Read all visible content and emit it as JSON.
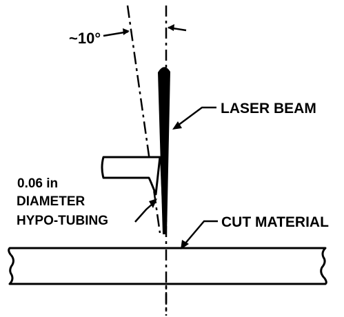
{
  "diagram": {
    "labels": {
      "angle": "~10°",
      "laser_beam": "LASER BEAM",
      "tubing_line1": "0.06 in",
      "tubing_line2": "DIAMETER",
      "tubing_line3": "HYPO-TUBING",
      "cut_material": "CUT MATERIAL"
    }
  }
}
